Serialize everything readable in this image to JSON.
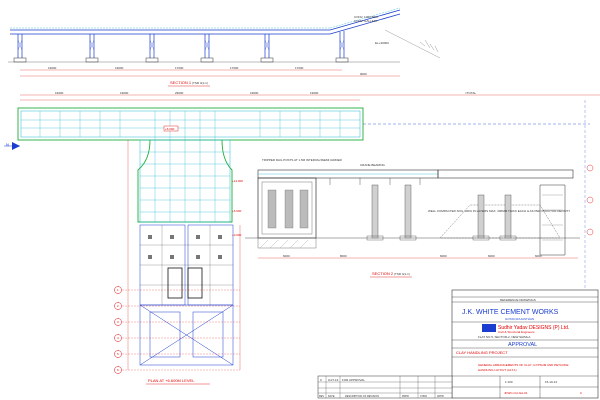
{
  "section_1": {
    "title": "SECTION 1",
    "scale": "(TSR 4(1-1)",
    "dims": [
      "19000",
      "19000",
      "17000",
      "17000",
      "17000",
      "9000"
    ],
    "notes": [
      "CONV. 1000 BELT",
      "CONV. GALLERY",
      "EL+30000"
    ]
  },
  "plan": {
    "title": "PLAN AT +6.600M LEVEL",
    "top_dims": [
      "16000",
      "19000",
      "29000",
      "19000",
      "19000"
    ],
    "right_note": "=TOTAL",
    "north": "N",
    "left_level": "+6.600",
    "gridlines": [
      "1",
      "2",
      "3",
      "4",
      "5",
      "6"
    ]
  },
  "section_2": {
    "title": "SECTION 2",
    "scale": "(TSR 4(1-1)",
    "notes": [
      "TRIPPER RAIL POSTS AT 1.5M INTERVALS",
      "SEMI GIRDER",
      "CRANE BEARING",
      "WELL COMPACTED SOIL 100% IN LAYERS MAX. 300MM THICK EACH & AS PER PROCTOR DENSITY"
    ],
    "levels": [
      "+14.000",
      "+6.600",
      "+0.000"
    ],
    "dims": [
      "6000",
      "8000",
      "6000",
      "6000",
      "6000"
    ]
  },
  "revision_table": {
    "rows": [
      {
        "rev": "0",
        "date": "0-07-13",
        "desc": "FOR APPROVAL"
      }
    ],
    "headers": [
      "REV",
      "DATE",
      "DESCRIPTION OF REVISION",
      "PRPD",
      "CHKD",
      "APPD"
    ]
  },
  "title_block": {
    "ref_label": "REFERENCE DRAWINGS",
    "client": "J.K. WHITE CEMENT WORKS",
    "location": "GOTAN,RAJASTHAN",
    "consultant": "Sudhir Yadav DESIGNS (P) Ltd.",
    "consultant_sub": "Civil & Structural Engineers",
    "consultant_addr": "FLAT NO.5, SECTOR-2, NEW SHIMLA",
    "status": "APPROVAL",
    "project": "CLAY HANDLING PROJECT",
    "drawing_title_1": "GENERAL ARRANGEMENTS OF CLAY ,GYPSUM AND PETCOKE",
    "drawing_title_2": "HANDLING LAYOUT (ALT-1)",
    "scale": "1:100",
    "date": "15-10-13",
    "drawing_no": "JKWC-CH-GA-01",
    "rev": "0"
  },
  "colors": {
    "structure": "#1a3ccf",
    "grid": "#1fae3a",
    "dim": "#e00000",
    "hatch": "#555555",
    "cyan": "#22b8d0"
  }
}
